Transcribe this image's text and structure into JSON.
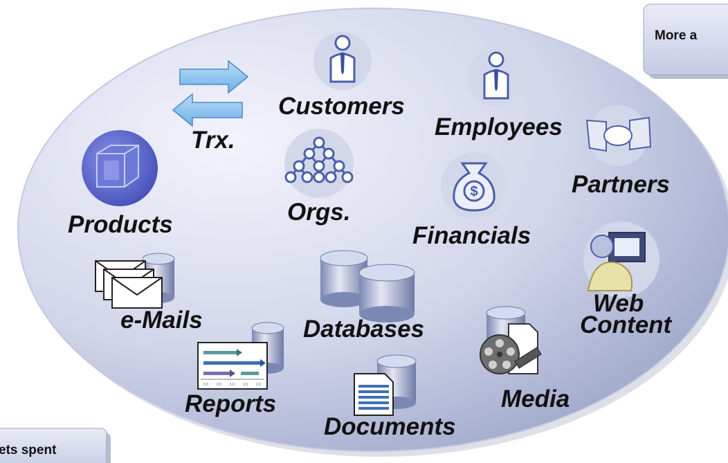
{
  "callouts": {
    "top_right": "More a",
    "bottom_left": "ets spent"
  },
  "labels": {
    "customers": "Customers",
    "employees": "Employees",
    "partners": "Partners",
    "trx": "Trx.",
    "products": "Products",
    "orgs": "Orgs.",
    "financials": "Financials",
    "emails": "e-Mails",
    "databases": "Databases",
    "web_line1": "Web",
    "web_line2": "Content",
    "reports": "Reports",
    "documents": "Documents",
    "media": "Media"
  },
  "report_ticks": [
    "0.0",
    "0.5",
    "1.0",
    "1.5",
    "2.0"
  ],
  "colors": {
    "ellipse_light": "#eef0fa",
    "ellipse_dark": "#a9b1d2",
    "icon_circle": "#d2d6ea",
    "cylinder": "#9ea9cc",
    "arrow": "#8cc3ee",
    "cube": "#4f5cc4"
  }
}
